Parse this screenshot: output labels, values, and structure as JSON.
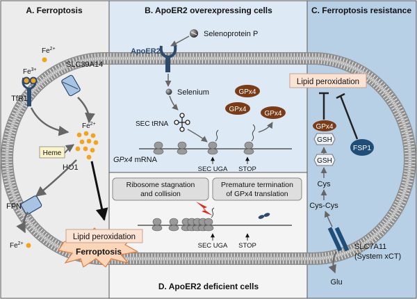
{
  "panels": {
    "a": {
      "title": "A. Ferroptosis"
    },
    "b": {
      "title": "B. ApoER2 overexpressing cells"
    },
    "c": {
      "title": "C. Ferroptosis resistance"
    },
    "d": {
      "title": "D. ApoER2 deficient cells"
    }
  },
  "labels": {
    "fe2_out": "Fe",
    "fe2_out_sup": "2+",
    "fe3": "Fe",
    "fe3_sup": "3+",
    "slc39a14": "SLC39A14",
    "tfr1": "TfR1",
    "fe2_in": "Fe",
    "fe2_in_sup": "2+",
    "heme": "Heme",
    "ho1": "HO1",
    "fpn": "FPN",
    "fe2_exp": "Fe",
    "fe2_exp_sup": "2+",
    "lipid_perox_a": "Lipid peroxidation",
    "ferroptosis": "Ferroptosis",
    "selenoprotein_p": "Selenoprotein P",
    "apoer2": "ApoER2",
    "selenium": "Selenium",
    "sec_trna": "SEC tRNA",
    "gpx4": "GPx4",
    "gpx4_mrna_gene": "GPx4",
    "gpx4_mrna_suffix": " mRNA",
    "sec_uga": "SEC UGA",
    "stop": "STOP",
    "ribosome_stag_1": "Ribosome stagnation",
    "ribosome_stag_2": "and collision",
    "premature_1": "Premature termination",
    "premature_2": "of GPx4 translation",
    "lipid_perox_c": "Lipid peroxidation",
    "gsh": "GSH",
    "fsp1": "FSP1",
    "cys": "Cys",
    "cys_cys": "Cys-Cys",
    "slc7a11": "SLC7A11",
    "system_xct": "(System xCT)",
    "glu": "Glu"
  },
  "colors": {
    "panel_a_bg": "#ececec",
    "panel_b_bg": "#dde9f5",
    "panel_c_bg": "#b7d0e6",
    "panel_d_bg": "#f4f4f4",
    "membrane": "#c9c9c9",
    "protein_blue": "#2c4a6e",
    "gpx4_brown": "#7b3b16",
    "fsp1_navy": "#1f4e79",
    "iron_gold": "#f2a51c",
    "lipid_box": "#fbe3d3",
    "ferroptosis_burst": "#fbd5b8",
    "heme_box": "#fbf4c8",
    "red_bolt": "#e8231b"
  }
}
